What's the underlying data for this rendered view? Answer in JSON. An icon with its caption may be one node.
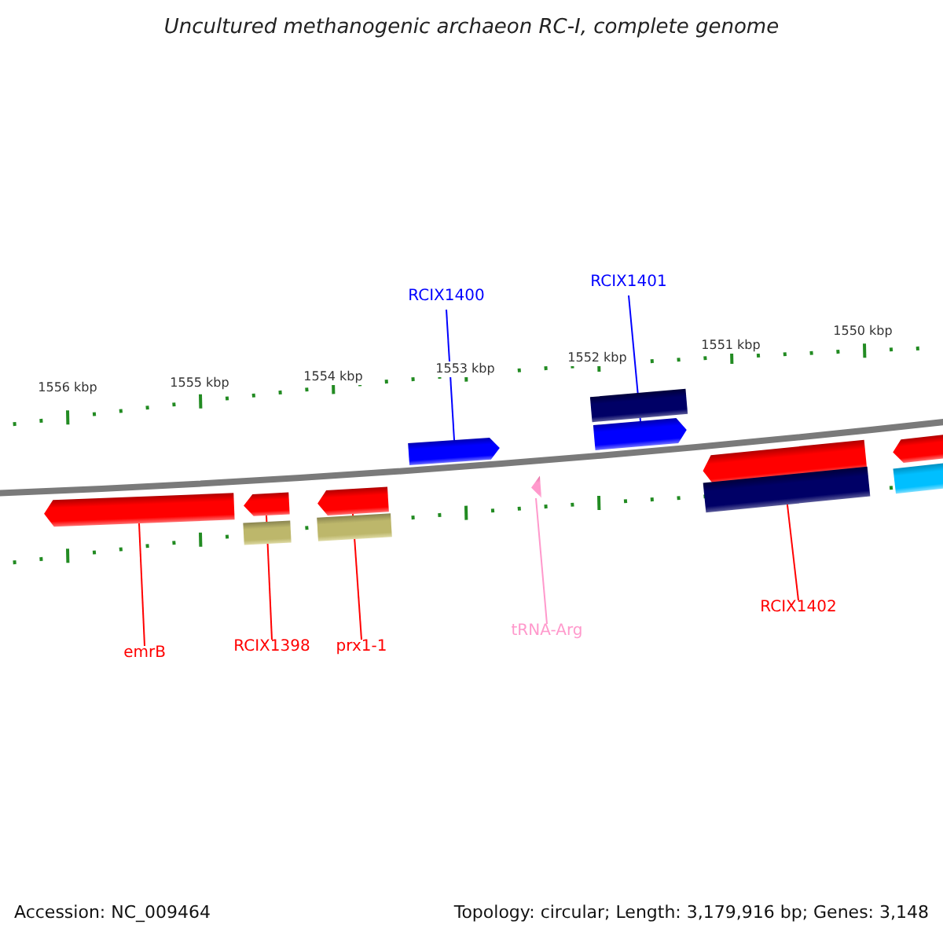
{
  "diagram": {
    "title": "Uncultured methanogenic archaeon RC-I, complete genome",
    "nodes": [
      {
        "text": [
          "RCIX1400"
        ]
      },
      {
        "text": [
          "RCIX1401"
        ]
      },
      {
        "text": [],
        "shape": "bar"
      },
      {
        "text": [],
        "shape": "arrow"
      },
      {
        "text": [],
        "shape": "arrow"
      },
      {
        "text": [],
        "shape": "arrow"
      },
      {
        "text": [],
        "shape": "arrow"
      },
      {
        "text": [],
        "shape": "arrow"
      },
      {
        "text": [],
        "shape": "arrow"
      },
      {
        "text": [],
        "shape": "arrow"
      },
      {
        "text": [],
        "shape": "triangle"
      },
      {
        "text": [],
        "shape": "bar"
      },
      {
        "text": [],
        "shape": "bar"
      },
      {
        "text": [],
        "shape": "bar"
      },
      {
        "text": [],
        "shape": "bar"
      },
      {
        "text": [
          "emrB"
        ]
      },
      {
        "text": [
          "RCIX1398"
        ]
      },
      {
        "text": [
          "prx1-1"
        ]
      },
      {
        "text": [
          "tRNA-Arg"
        ]
      },
      {
        "text": [
          "RCIX1402"
        ]
      }
    ],
    "edges": [
      {
        "from": 0,
        "to": 3,
        "arrow": "none",
        "color": "#0000ff"
      },
      {
        "from": 1,
        "to": 4,
        "arrow": "none",
        "color": "#0000ff"
      },
      {
        "from": 15,
        "to": 7,
        "arrow": "none"
      },
      {
        "from": 16,
        "to": 8,
        "arrow": "none"
      },
      {
        "from": 17,
        "to": 9,
        "arrow": "none"
      },
      {
        "from": 18,
        "to": 10,
        "arrow": "none",
        "color": "#ff99cc"
      },
      {
        "from": 19,
        "to": 5,
        "arrow": "none"
      }
    ],
    "labels": [
      "1556 kbp",
      "1555 kbp",
      "1554 kbp",
      "1553 kbp",
      "1552 kbp",
      "1551 kbp",
      "1550 kbp",
      "Accession: NC_009464",
      "Topology: circular; Length: 3,179,916 bp; Genes: 3,148"
    ]
  }
}
